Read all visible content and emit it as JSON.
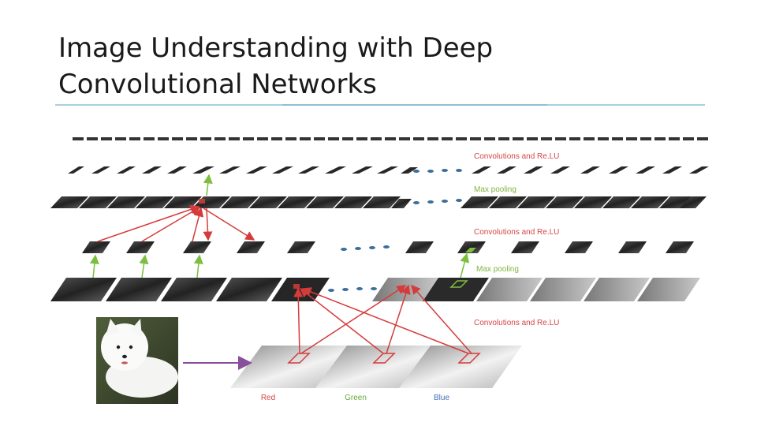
{
  "slide": {
    "title_line1": "Image Understanding with Deep",
    "title_line2": "Convolutional Networks"
  },
  "diagram": {
    "labels": {
      "conv_relu": "Convolutions and Re.LU",
      "max_pooling": "Max pooling"
    },
    "channels": [
      "Red",
      "Green",
      "Blue"
    ],
    "colors": {
      "forward_arrow": "#d63b3b",
      "pooling_arrow": "#7cbf3f",
      "label_text": "#d64545",
      "pooling_text": "#7fb43e",
      "ellipsis_dots": "#3c6e9c",
      "input_arrow": "#8a4f9c",
      "red_channel": "#d64545",
      "green_channel": "#67a83a",
      "blue_channel": "#3f6fb0"
    },
    "icons": [
      "dog-photo",
      "ellipsis-dots",
      "arrow"
    ]
  }
}
